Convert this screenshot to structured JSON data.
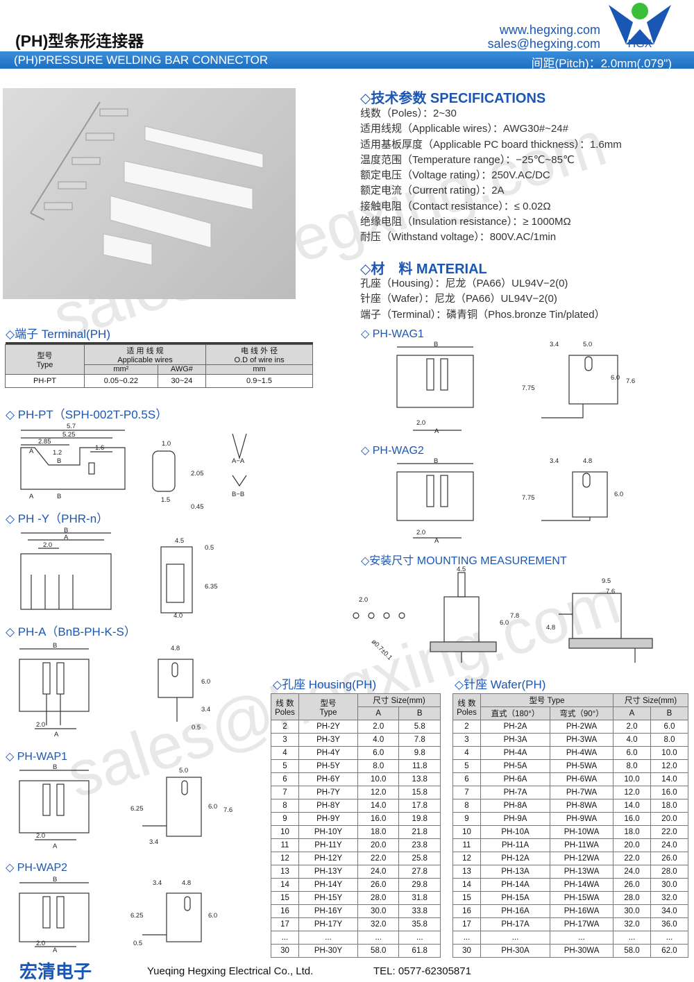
{
  "header": {
    "title_cn": "(PH)型条形连接器",
    "title_en": "(PH)PRESSURE WELDING BAR CONNECTOR",
    "website": "www.hegxing.com",
    "email": "sales@hegxing.com",
    "pitch": "间距(Pitch)：2.0mm(.079\")",
    "logo_text": "HGX",
    "watermark": "sales@hegxing.com"
  },
  "specs": {
    "title": "◇技术参数 SPECIFICATIONS",
    "lines": [
      "线数（Poles）：2~30",
      "适用线规（Applicable wires）：AWG30#~24#",
      "适用基板厚度（Applicable PC board thickness）：1.6mm",
      "温度范围（Temperature range）：−25℃~85℃",
      "额定电压（Voltage rating）：250V.AC/DC",
      "额定电流（Current rating）：2A",
      "接触电阻（Contact resistance）：≤ 0.02Ω",
      "绝缘电阻（Insulation resistance）：≥ 1000MΩ",
      "耐压（Withstand voltage）：800V.AC/1min"
    ]
  },
  "material": {
    "title": "◇材　料 MATERIAL",
    "lines": [
      "孔座（Housing）：尼龙（PA66）UL94V−2(0)",
      "针座（Wafer）：尼龙（PA66）UL94V−2(0)",
      "端子（Terminal）：磷青铜（Phos.bronze Tin/plated）"
    ]
  },
  "terminal": {
    "title": "◇端子 Terminal(PH)",
    "h_type_cn": "型号",
    "h_type_en": "Type",
    "h_wire_cn": "适 用 线 规",
    "h_wire_en": "Applicable wires",
    "h_od_cn": "电 线 外 径",
    "h_od_en": "O.D of wire ins",
    "h_mm2": "mm²",
    "h_awg": "AWG#",
    "h_mm": "mm",
    "row": [
      "PH-PT",
      "0.05~0.22",
      "30~24",
      "0.9~1.5"
    ]
  },
  "sections": {
    "ph_pt": "◇ PH-PT（SPH-002T-P0.5S）",
    "ph_y": "◇ PH -Y（PHR-n）",
    "ph_a": "◇ PH-A（BnB-PH-K-S）",
    "ph_wap1": "◇ PH-WAP1",
    "ph_wap2": "◇ PH-WAP2",
    "ph_wag1": "◇ PH-WAG1",
    "ph_wag2": "◇ PH-WAG2",
    "mounting": "◇安装尺寸 MOUNTING MEASUREMENT",
    "housing": "◇孔座 Housing(PH)",
    "wafer": "◇针座 Wafer(PH)"
  },
  "dims": {
    "pt": [
      "5.7",
      "5.25",
      "2.85",
      "1.6",
      "1.2",
      "1.0",
      "2.05",
      "1.5",
      "0.45"
    ],
    "pt_labels": [
      "A",
      "B",
      "A",
      "B",
      "A−A",
      "B−B"
    ],
    "y": [
      "B",
      "A",
      "2.0",
      "4.5",
      "0.5",
      "6.35",
      "4.0"
    ],
    "a": [
      "B",
      "2.0",
      "A",
      "4.8",
      "6.0",
      "3.4",
      "0.5"
    ],
    "wap1": [
      "B",
      "2.0",
      "A",
      "5.0",
      "6.25",
      "6.0",
      "7.6",
      "3.4"
    ],
    "wap2": [
      "B",
      "2.0",
      "A",
      "3.4",
      "4.8",
      "6.25",
      "6.0",
      "0.5"
    ],
    "wag1": [
      "B",
      "2.0",
      "A",
      "3.4",
      "5.0",
      "7.75",
      "6.0",
      "7.6"
    ],
    "wag2": [
      "B",
      "2.0",
      "A",
      "3.4",
      "4.8",
      "7.75",
      "6.0"
    ],
    "mount": [
      "2.0",
      "ø0.7±0.1",
      "4.5",
      "6.0",
      "7.8",
      "9.5",
      "7.6",
      "4.8"
    ]
  },
  "housing_table": {
    "h_poles_cn": "线 数",
    "h_poles_en": "Poles",
    "h_type_cn": "型号",
    "h_type_en": "Type",
    "h_size": "尺寸 Size(mm)",
    "h_a": "A",
    "h_b": "B",
    "rows": [
      [
        "2",
        "PH-2Y",
        "2.0",
        "5.8"
      ],
      [
        "3",
        "PH-3Y",
        "4.0",
        "7.8"
      ],
      [
        "4",
        "PH-4Y",
        "6.0",
        "9.8"
      ],
      [
        "5",
        "PH-5Y",
        "8.0",
        "11.8"
      ],
      [
        "6",
        "PH-6Y",
        "10.0",
        "13.8"
      ],
      [
        "7",
        "PH-7Y",
        "12.0",
        "15.8"
      ],
      [
        "8",
        "PH-8Y",
        "14.0",
        "17.8"
      ],
      [
        "9",
        "PH-9Y",
        "16.0",
        "19.8"
      ],
      [
        "10",
        "PH-10Y",
        "18.0",
        "21.8"
      ],
      [
        "11",
        "PH-11Y",
        "20.0",
        "23.8"
      ],
      [
        "12",
        "PH-12Y",
        "22.0",
        "25.8"
      ],
      [
        "13",
        "PH-13Y",
        "24.0",
        "27.8"
      ],
      [
        "14",
        "PH-14Y",
        "26.0",
        "29.8"
      ],
      [
        "15",
        "PH-15Y",
        "28.0",
        "31.8"
      ],
      [
        "16",
        "PH-16Y",
        "30.0",
        "33.8"
      ],
      [
        "17",
        "PH-17Y",
        "32.0",
        "35.8"
      ],
      [
        "...",
        "...",
        "...",
        "..."
      ],
      [
        "30",
        "PH-30Y",
        "58.0",
        "61.8"
      ]
    ]
  },
  "wafer_table": {
    "h_poles_cn": "线 数",
    "h_poles_en": "Poles",
    "h_type": "型号 Type",
    "h_straight": "直式（180°）",
    "h_angle": "弯式（90°）",
    "h_size": "尺寸 Size(mm)",
    "h_a": "A",
    "h_b": "B",
    "rows": [
      [
        "2",
        "PH-2A",
        "PH-2WA",
        "2.0",
        "6.0"
      ],
      [
        "3",
        "PH-3A",
        "PH-3WA",
        "4.0",
        "8.0"
      ],
      [
        "4",
        "PH-4A",
        "PH-4WA",
        "6.0",
        "10.0"
      ],
      [
        "5",
        "PH-5A",
        "PH-5WA",
        "8.0",
        "12.0"
      ],
      [
        "6",
        "PH-6A",
        "PH-6WA",
        "10.0",
        "14.0"
      ],
      [
        "7",
        "PH-7A",
        "PH-7WA",
        "12.0",
        "16.0"
      ],
      [
        "8",
        "PH-8A",
        "PH-8WA",
        "14.0",
        "18.0"
      ],
      [
        "9",
        "PH-9A",
        "PH-9WA",
        "16.0",
        "20.0"
      ],
      [
        "10",
        "PH-10A",
        "PH-10WA",
        "18.0",
        "22.0"
      ],
      [
        "11",
        "PH-11A",
        "PH-11WA",
        "20.0",
        "24.0"
      ],
      [
        "12",
        "PH-12A",
        "PH-12WA",
        "22.0",
        "26.0"
      ],
      [
        "13",
        "PH-13A",
        "PH-13WA",
        "24.0",
        "28.0"
      ],
      [
        "14",
        "PH-14A",
        "PH-14WA",
        "26.0",
        "30.0"
      ],
      [
        "15",
        "PH-15A",
        "PH-15WA",
        "28.0",
        "32.0"
      ],
      [
        "16",
        "PH-16A",
        "PH-16WA",
        "30.0",
        "34.0"
      ],
      [
        "17",
        "PH-17A",
        "PH-17WA",
        "32.0",
        "36.0"
      ],
      [
        "...",
        "...",
        "...",
        "...",
        "..."
      ],
      [
        "30",
        "PH-30A",
        "PH-30WA",
        "58.0",
        "62.0"
      ]
    ]
  },
  "footer": {
    "company_cn": "宏清电子",
    "company_en": "Yueqing Hegxing Electrical Co., Ltd.",
    "tel": "TEL: 0577-62305871"
  }
}
